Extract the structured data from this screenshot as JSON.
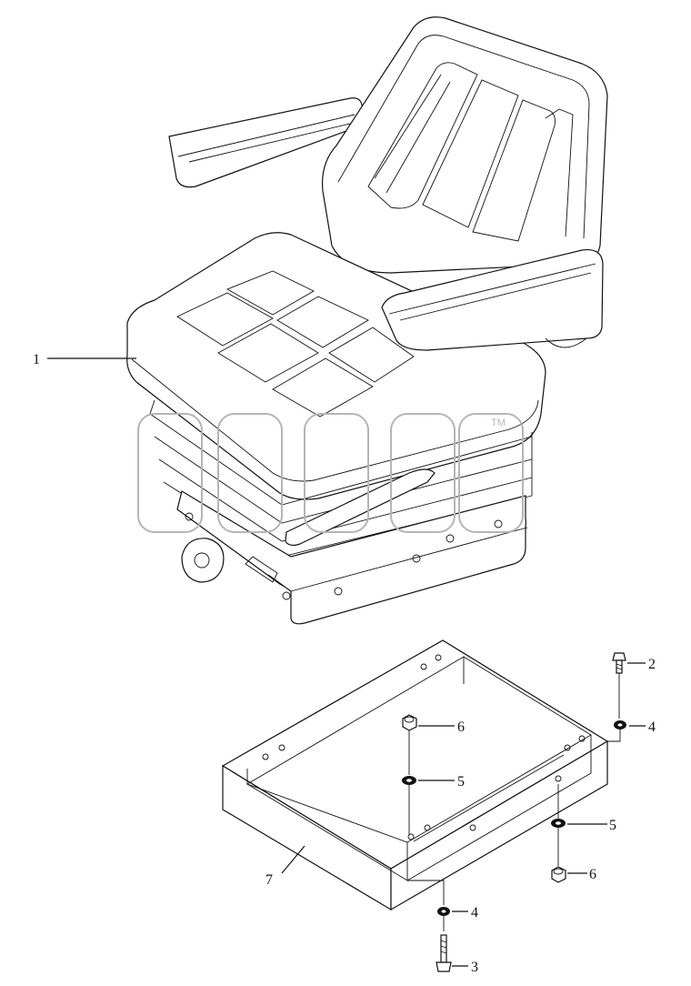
{
  "diagram": {
    "callouts": [
      {
        "id": "c1",
        "text": "1"
      },
      {
        "id": "c2",
        "text": "2"
      },
      {
        "id": "c3",
        "text": "3"
      },
      {
        "id": "c4a",
        "text": "4"
      },
      {
        "id": "c4b",
        "text": "4"
      },
      {
        "id": "c5a",
        "text": "5"
      },
      {
        "id": "c5b",
        "text": "5"
      },
      {
        "id": "c6a",
        "text": "6"
      },
      {
        "id": "c6b",
        "text": "6"
      },
      {
        "id": "c7",
        "text": "7"
      }
    ],
    "watermark": {
      "trademark": "TM"
    }
  }
}
